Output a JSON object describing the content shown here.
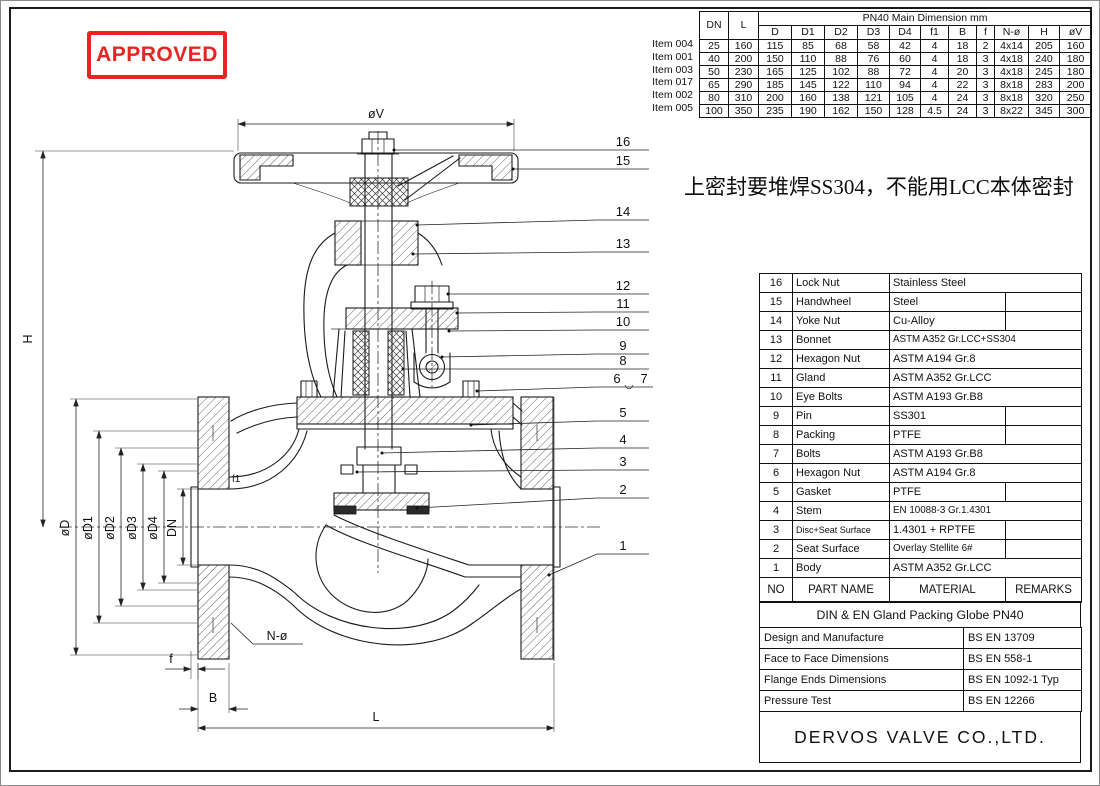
{
  "stamp": {
    "label": "APPROVED",
    "color": "#e42522"
  },
  "annotation_cn": "上密封要堆焊SS304，不能用LCC本体密封",
  "dimension_table": {
    "corner_headers": [
      "DN",
      "L"
    ],
    "group_header": "PN40 Main Dimension  mm",
    "sub_headers": [
      "D",
      "D1",
      "D2",
      "D3",
      "D4",
      "f1",
      "B",
      "f",
      "N-ø",
      "H",
      "øV"
    ],
    "rows": [
      {
        "item": "Item 004",
        "dn": "25",
        "l": "160",
        "values": [
          "115",
          "85",
          "68",
          "58",
          "42",
          "4",
          "18",
          "2",
          "4x14",
          "205",
          "160"
        ]
      },
      {
        "item": "Item 001",
        "dn": "40",
        "l": "200",
        "values": [
          "150",
          "110",
          "88",
          "76",
          "60",
          "4",
          "18",
          "3",
          "4x18",
          "240",
          "180"
        ]
      },
      {
        "item": "Item 003",
        "dn": "50",
        "l": "230",
        "values": [
          "165",
          "125",
          "102",
          "88",
          "72",
          "4",
          "20",
          "3",
          "4x18",
          "245",
          "180"
        ]
      },
      {
        "item": "Item 017",
        "dn": "65",
        "l": "290",
        "values": [
          "185",
          "145",
          "122",
          "110",
          "94",
          "4",
          "22",
          "3",
          "8x18",
          "283",
          "200"
        ]
      },
      {
        "item": "Item 002",
        "dn": "80",
        "l": "310",
        "values": [
          "200",
          "160",
          "138",
          "121",
          "105",
          "4",
          "24",
          "3",
          "8x18",
          "320",
          "250"
        ]
      },
      {
        "item": "Item 005",
        "dn": "100",
        "l": "350",
        "values": [
          "235",
          "190",
          "162",
          "150",
          "128",
          "4.5",
          "24",
          "3",
          "8x22",
          "345",
          "300"
        ]
      }
    ]
  },
  "parts_table": {
    "headers": {
      "no": "NO",
      "part_name": "PART NAME",
      "material": "MATERIAL",
      "remarks": "REMARKS"
    },
    "rows": [
      {
        "no": "16",
        "name": "Lock Nut",
        "material": "Stainless Steel",
        "remarks": ""
      },
      {
        "no": "15",
        "name": "Handwheel",
        "material": "Steel",
        "remarks": ""
      },
      {
        "no": "14",
        "name": "Yoke Nut",
        "material": "Cu-Alloy",
        "remarks": ""
      },
      {
        "no": "13",
        "name": "Bonnet",
        "material": "ASTM A352 Gr.LCC+SS304",
        "remarks": ""
      },
      {
        "no": "12",
        "name": "Hexagon Nut",
        "material": "ASTM A194 Gr.8",
        "remarks": ""
      },
      {
        "no": "11",
        "name": "Gland",
        "material": "ASTM A352 Gr.LCC",
        "remarks": ""
      },
      {
        "no": "10",
        "name": "Eye Bolts",
        "material": "ASTM A193 Gr.B8",
        "remarks": ""
      },
      {
        "no": "9",
        "name": "Pin",
        "material": "SS301",
        "remarks": ""
      },
      {
        "no": "8",
        "name": "Packing",
        "material": "PTFE",
        "remarks": ""
      },
      {
        "no": "7",
        "name": "Bolts",
        "material": "ASTM A193 Gr.B8",
        "remarks": ""
      },
      {
        "no": "6",
        "name": "Hexagon Nut",
        "material": "ASTM A194 Gr.8",
        "remarks": ""
      },
      {
        "no": "5",
        "name": "Gasket",
        "material": "PTFE",
        "remarks": ""
      },
      {
        "no": "4",
        "name": "Stem",
        "material": "EN 10088-3 Gr.1.4301",
        "remarks": ""
      },
      {
        "no": "3",
        "name": "Disc+Seat Surface",
        "material": "1.4301 + RPTFE",
        "remarks": ""
      },
      {
        "no": "2",
        "name": "Seat Surface",
        "material": "Overlay Stellite 6#",
        "remarks": ""
      },
      {
        "no": "1",
        "name": "Body",
        "material": "ASTM A352 Gr.LCC",
        "remarks": ""
      }
    ]
  },
  "title_block": {
    "product_title": "DIN & EN Gland Packing Globe PN40",
    "standards": [
      {
        "label": "Design and Manufacture",
        "value": "BS EN 13709"
      },
      {
        "label": "Face to Face Dimensions",
        "value": "BS EN 558-1"
      },
      {
        "label": "Flange Ends Dimensions",
        "value": "BS EN 1092-1 Typ"
      },
      {
        "label": "Pressure Test",
        "value": "BS EN 12266"
      }
    ],
    "company": "DERVOS VALVE CO.,LTD."
  },
  "drawing": {
    "balloons": [
      "16",
      "15",
      "14",
      "13",
      "12",
      "11",
      "10",
      "9",
      "8",
      "6",
      "7",
      "5",
      "4",
      "3",
      "2",
      "1"
    ],
    "dims": {
      "v": "øV",
      "h": "H",
      "d": "øD",
      "d1": "øD1",
      "d2": "øD2",
      "d3": "øD3",
      "d4": "øD4",
      "dn": "DN",
      "f1": "f1",
      "f": "f",
      "b": "B",
      "l": "L",
      "n": "N-ø"
    }
  }
}
